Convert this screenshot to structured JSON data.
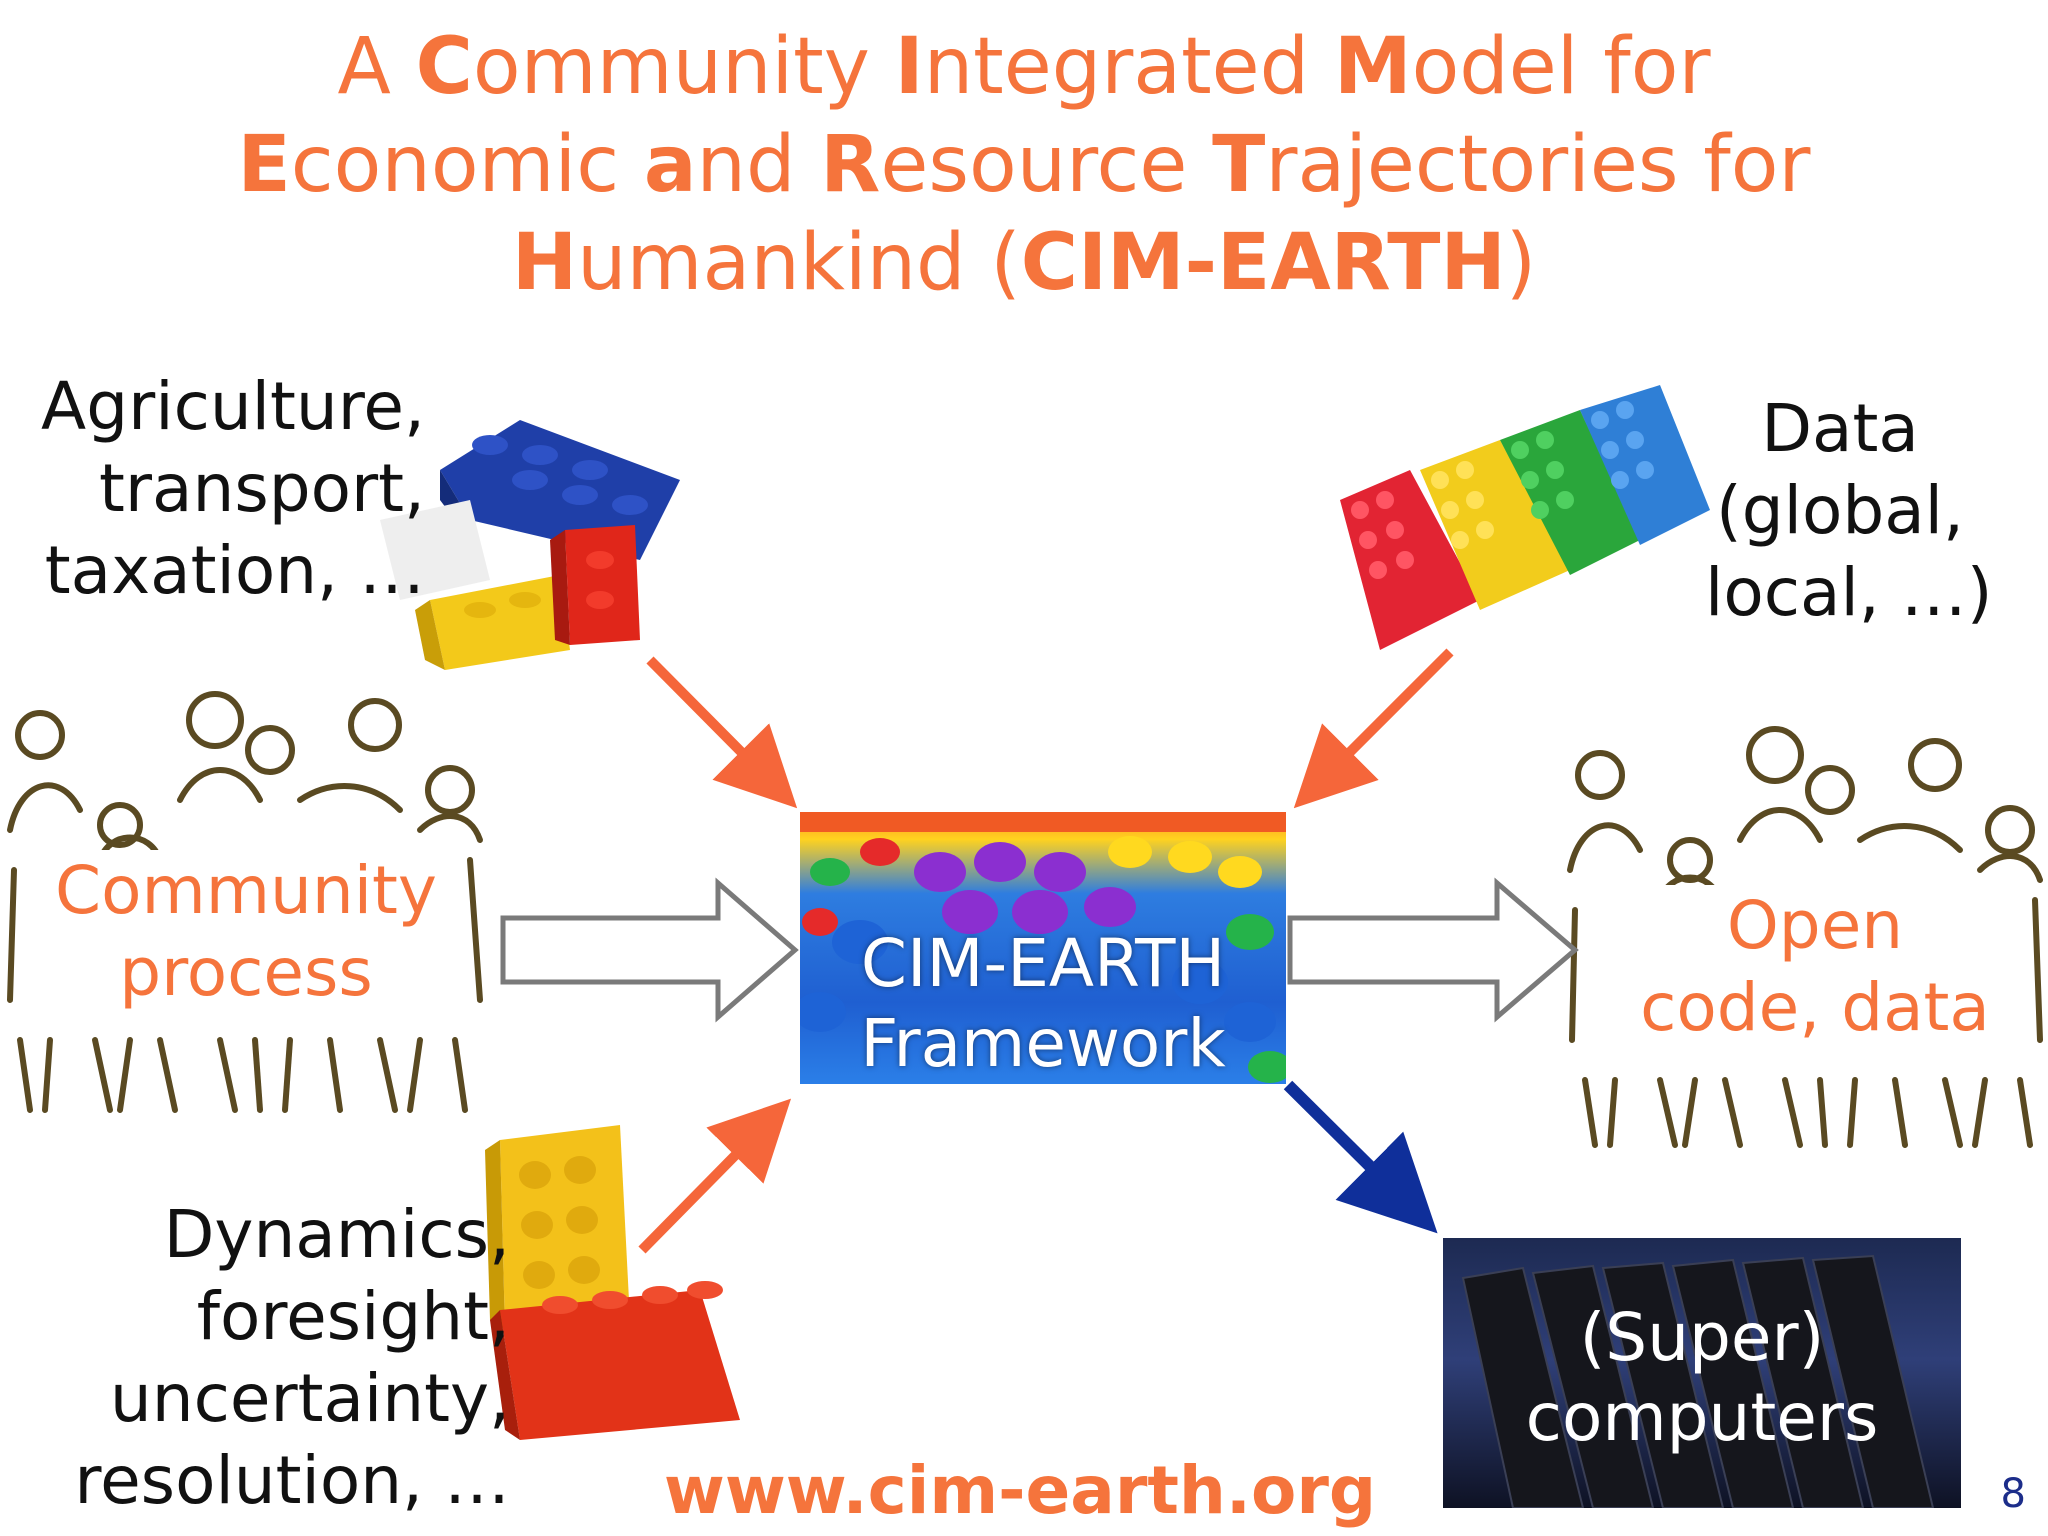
{
  "title": {
    "line1": [
      {
        "text": "A ",
        "bold": false
      },
      {
        "text": "C",
        "bold": true
      },
      {
        "text": "ommunity ",
        "bold": false
      },
      {
        "text": "I",
        "bold": true
      },
      {
        "text": "ntegrated ",
        "bold": false
      },
      {
        "text": "M",
        "bold": true
      },
      {
        "text": "odel for",
        "bold": false
      }
    ],
    "line2": [
      {
        "text": "E",
        "bold": true
      },
      {
        "text": "conomic ",
        "bold": false
      },
      {
        "text": "a",
        "bold": true
      },
      {
        "text": "nd ",
        "bold": false
      },
      {
        "text": "R",
        "bold": true
      },
      {
        "text": "esource ",
        "bold": false
      },
      {
        "text": "T",
        "bold": true
      },
      {
        "text": "rajectories for",
        "bold": false
      }
    ],
    "line3": [
      {
        "text": "H",
        "bold": true
      },
      {
        "text": "umankind (",
        "bold": false
      },
      {
        "text": "CIM-EARTH",
        "bold": true
      },
      {
        "text": ")",
        "bold": false
      }
    ]
  },
  "inputs": {
    "sectors": [
      "Agriculture,",
      "transport,",
      "taxation, …"
    ],
    "data": [
      "Data",
      "(global,",
      "local, …)"
    ],
    "dynamics": [
      "Dynamics,",
      "foresight,",
      "uncertainty,",
      "resolution, …"
    ]
  },
  "community": [
    "Community",
    "process"
  ],
  "framework": [
    "CIM-EARTH",
    "Framework"
  ],
  "open": [
    "Open",
    "code, data"
  ],
  "computers": [
    "(Super)",
    "computers"
  ],
  "url": "www.cim-earth.org",
  "page_number": "8",
  "colors": {
    "accent": "#F5743C",
    "arrow_orange": "#F5663A",
    "arrow_blue": "#0F2F9A",
    "sketch": "#5a4a22",
    "page_number": "#1c2d8a"
  }
}
